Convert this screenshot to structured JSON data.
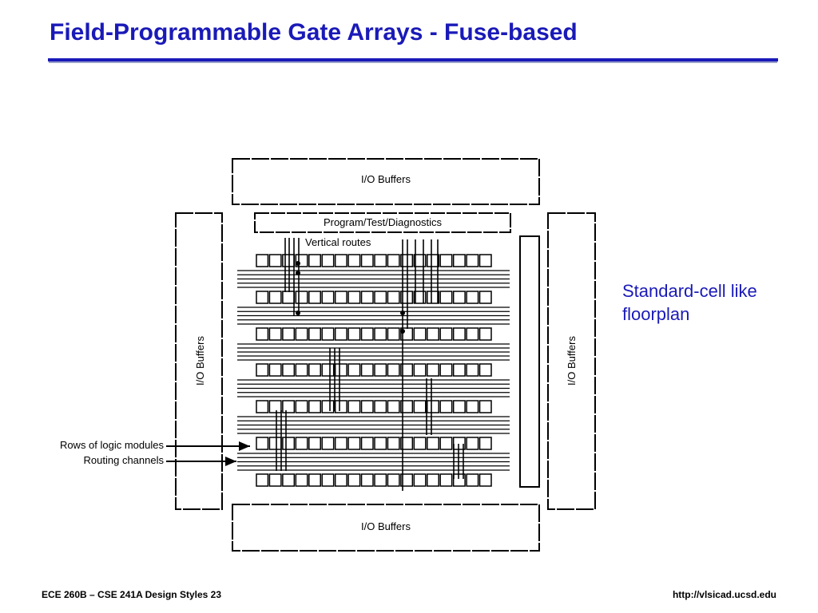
{
  "slide": {
    "title": "Field-Programmable Gate Arrays - Fuse-based",
    "note_line1": "Standard-cell like",
    "note_line2": "floorplan"
  },
  "diagram": {
    "io_top": "I/O Buffers",
    "io_bottom": "I/O Buffers",
    "io_left": "I/O Buffers",
    "io_right": "I/O Buffers",
    "program_block": "Program/Test/Diagnostics",
    "vertical_routes": "Vertical routes",
    "rows_label": "Rows of logic modules",
    "routing_label": "Routing channels"
  },
  "footer": {
    "left": "ECE 260B – CSE 241A Design Styles 23",
    "right": "http://vlsicad.ucsd.edu"
  },
  "colors": {
    "title": "#1A1AB8",
    "ink": "#000000"
  }
}
